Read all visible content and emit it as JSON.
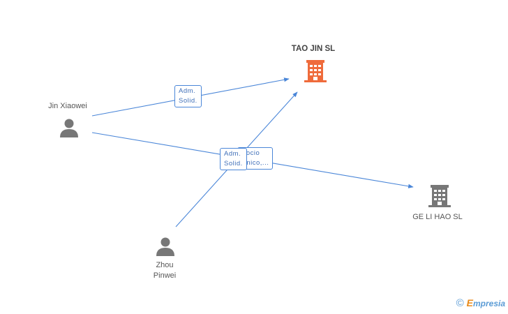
{
  "nodes": {
    "tao_jin": {
      "label": "TAO JIN  SL",
      "type": "company",
      "color": "#ef6b3b"
    },
    "ge_li_hao": {
      "label": "GE LI HAO SL",
      "type": "company",
      "color": "#777777"
    },
    "jin_xiaowei": {
      "label": "Jin Xiaowei",
      "type": "person",
      "color": "#777777"
    },
    "zhou_pinwei": {
      "label_line1": "Zhou",
      "label_line2": "Pinwei",
      "type": "person",
      "color": "#777777"
    }
  },
  "edges": [
    {
      "from": "jin_xiaowei",
      "to": "tao_jin",
      "label_line1": "Adm.",
      "label_line2": "Solid."
    },
    {
      "from": "jin_xiaowei",
      "to": "ge_li_hao",
      "label_line1": "Socio",
      "label_line2": "Único,..."
    },
    {
      "from": "zhou_pinwei",
      "to": "tao_jin",
      "label_line1": "Adm.",
      "label_line2": "Solid."
    }
  ],
  "footer": {
    "copyright_symbol": "©",
    "brand_initial": "E",
    "brand_rest": "mpresia"
  },
  "colors": {
    "edge": "#4a86d8",
    "brand": "#5a9bd5",
    "brand_accent": "#e88a1a"
  }
}
